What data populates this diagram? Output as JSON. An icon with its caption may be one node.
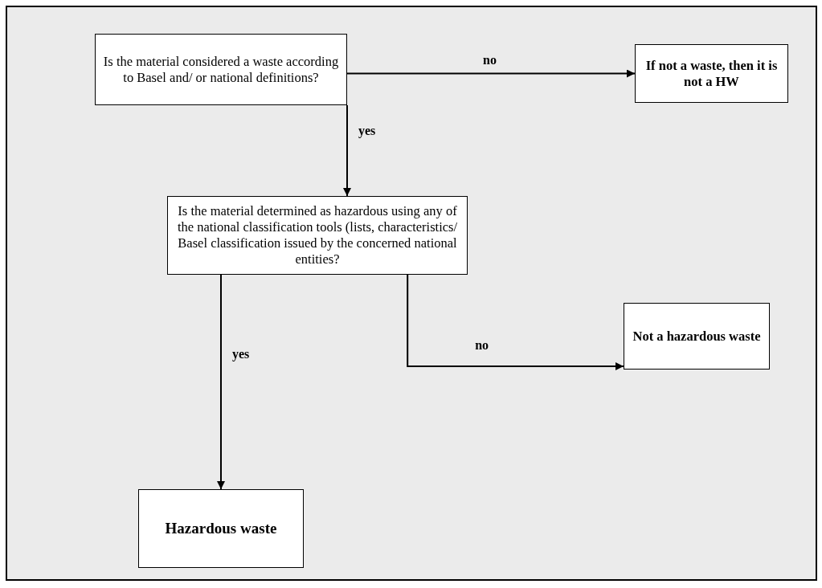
{
  "diagram": {
    "nodes": [
      {
        "text": [
          "Is the material considered a waste according to Basel and/ or national definitions?"
        ]
      },
      {
        "text": [
          "If not a waste, then it is not a HW"
        ]
      },
      {
        "text": [
          "Is the material determined as hazardous using any of the national classification tools (lists, characteristics/ Basel classification issued by the concerned national entities?"
        ]
      },
      {
        "text": [
          "Not a hazardous waste"
        ]
      },
      {
        "text": [
          "Hazardous waste"
        ]
      }
    ],
    "edges": [
      {
        "from": 0,
        "to": 1,
        "arrow": "to",
        "label": "no"
      },
      {
        "from": 0,
        "to": 2,
        "arrow": "to",
        "label": "yes"
      },
      {
        "from": 2,
        "to": 4,
        "arrow": "to",
        "label": "yes"
      },
      {
        "from": 2,
        "to": 3,
        "arrow": "to",
        "label": "no"
      }
    ]
  }
}
